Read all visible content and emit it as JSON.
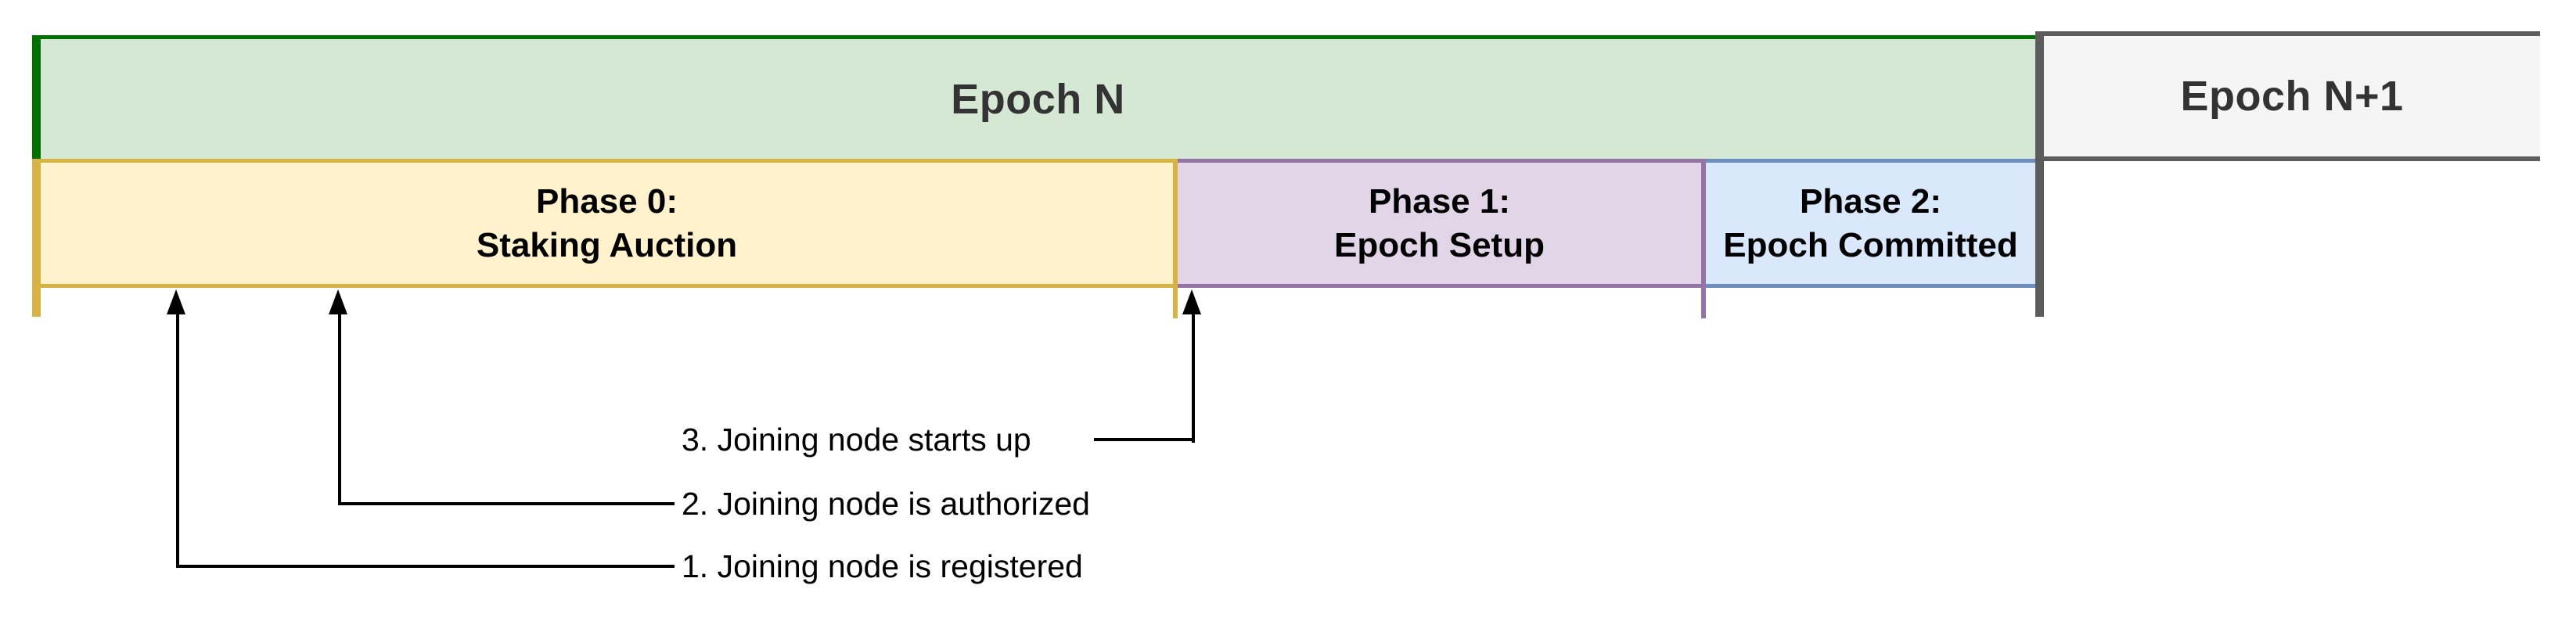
{
  "diagram": {
    "title_context": "Epoch phases timeline",
    "background_color": "#ffffff",
    "epoch_row": {
      "epoch_n": {
        "label": "Epoch N",
        "fill": "#d5e8d4",
        "border": "#007000",
        "text_color": "#333333"
      },
      "epoch_n_plus_1": {
        "label": "Epoch N+1",
        "fill": "#f5f5f5",
        "border": "#5c5c5c",
        "text_color": "#333333"
      },
      "divider_color": "#5c5c5c"
    },
    "phase_row": [
      {
        "title": "Phase 0:",
        "subtitle": "Staking Auction",
        "fill": "#fff2cc",
        "border": "#d9b244"
      },
      {
        "title": "Phase 1:",
        "subtitle": "Epoch Setup",
        "fill": "#e1d5e7",
        "border": "#9673a6"
      },
      {
        "title": "Phase 2:",
        "subtitle": "Epoch Committed",
        "fill": "#dae8fc",
        "border": "#6c8ebf"
      }
    ],
    "events": [
      {
        "label": "1. Joining node is registered"
      },
      {
        "label": "2. Joining node is authorized"
      },
      {
        "label": "3. Joining node starts up"
      }
    ],
    "annotation_color": "#000000"
  }
}
